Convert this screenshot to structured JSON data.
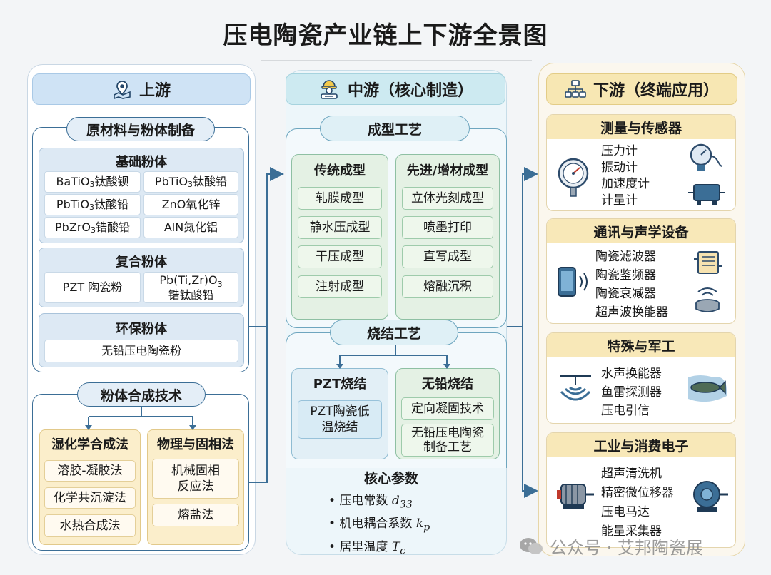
{
  "title": "压电陶瓷产业链上下游全景图",
  "upstream": {
    "header": "上游",
    "raw": {
      "title": "原材料与粉体制备",
      "basic": {
        "title": "基础粉体",
        "items": [
          {
            "f": "BaTiO",
            "s": "3",
            "n": " 钛酸钡"
          },
          {
            "f": "PbTiO",
            "s": "3",
            "n": " 钛酸铅"
          },
          {
            "f": "PbTiO",
            "s": "3",
            "n": " 钛酸铅"
          },
          {
            "f": "ZnO",
            "s": "",
            "n": " 氧化锌"
          },
          {
            "f": "PbZrO",
            "s": "3",
            "n": " 锆酸铅"
          },
          {
            "f": "AlN",
            "s": "",
            "n": " 氮化铝"
          }
        ]
      },
      "composite": {
        "title": "复合粉体",
        "pzt": "PZT 陶瓷粉",
        "pbtizr_a": "Pb(Ti,Zr)O",
        "pbtizr_sub": "3",
        "pbtizr_b": "锆钛酸铅"
      },
      "eco": {
        "title": "环保粉体",
        "item": "无铅压电陶瓷粉"
      }
    },
    "synthesis": {
      "title": "粉体合成技术",
      "wet": {
        "title": "湿化学合成法",
        "items": [
          "溶胶-凝胶法",
          "化学共沉淀法",
          "水热合成法"
        ]
      },
      "phys": {
        "title": "物理与固相法",
        "items": [
          "机械固相\n反应法",
          "熔盐法"
        ]
      }
    }
  },
  "midstream": {
    "header": "中游（核心制造）",
    "forming": {
      "title": "成型工艺",
      "traditional": {
        "title": "传统成型",
        "items": [
          "轧膜成型",
          "静水压成型",
          "干压成型",
          "注射成型"
        ]
      },
      "advanced": {
        "title": "先进/增材成型",
        "items": [
          "立体光刻成型",
          "喷墨打印",
          "直写成型",
          "熔融沉积"
        ]
      }
    },
    "sintering": {
      "title": "烧结工艺",
      "pzt": {
        "title": "PZT烧结",
        "item": "PZT陶瓷低\n温烧结"
      },
      "leadfree": {
        "title": "无铅烧结",
        "items": [
          "定向凝固技术",
          "无铅压电陶瓷\n制备工艺"
        ]
      }
    },
    "params": {
      "title": "核心参数",
      "items": [
        {
          "label": "压电常数 ",
          "sym": "d",
          "sub": "33"
        },
        {
          "label": "机电耦合系数 ",
          "sym": "k",
          "sub": "p"
        },
        {
          "label": "居里温度 ",
          "sym": "T",
          "sub": "c"
        }
      ]
    }
  },
  "downstream": {
    "header": "下游（终端应用）",
    "cards": [
      {
        "title": "测量与传感器",
        "items": [
          "压力计",
          "振动计",
          "加速度计",
          "计量计"
        ]
      },
      {
        "title": "通讯与声学设备",
        "items": [
          "陶瓷滤波器",
          "陶瓷鉴频器",
          "陶瓷衰减器",
          "超声波换能器"
        ]
      },
      {
        "title": "特殊与军工",
        "items": [
          "水声换能器",
          "鱼雷探测器",
          "压电引信"
        ]
      },
      {
        "title": "工业与消费电子",
        "items": [
          "超声清洗机",
          "精密微位移器",
          "压电马达",
          "能量采集器"
        ]
      }
    ]
  },
  "watermark": "公众号 · 艾邦陶瓷展",
  "colors": {
    "upstream": "#cfe3f5",
    "midstream": "#cdeaf1",
    "downstream": "#f7e7b3",
    "arrow": "#3b6e96"
  }
}
